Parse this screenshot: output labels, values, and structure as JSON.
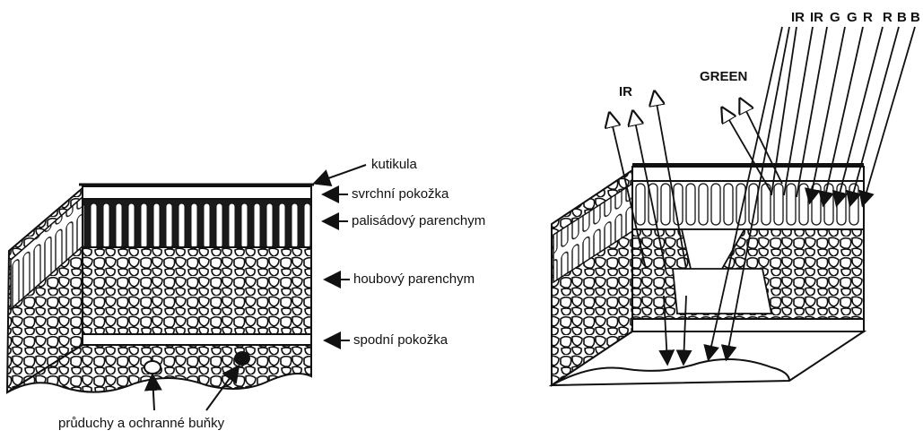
{
  "left_diagram": {
    "labels": {
      "cuticle": "kutikula",
      "upper_epidermis": "svrchní pokožka",
      "palisade": "palisádový parenchym",
      "spongy": "houbový parenchym",
      "lower_epidermis": "spodní pokožka",
      "stomata": "průduchy a ochranné buňky"
    }
  },
  "right_diagram": {
    "incoming_bands": [
      "IR",
      "IR",
      "G",
      "G",
      "R",
      "R",
      "B",
      "B"
    ],
    "labels": {
      "reflected_ir": "IR",
      "reflected_green": "GREEN"
    }
  }
}
